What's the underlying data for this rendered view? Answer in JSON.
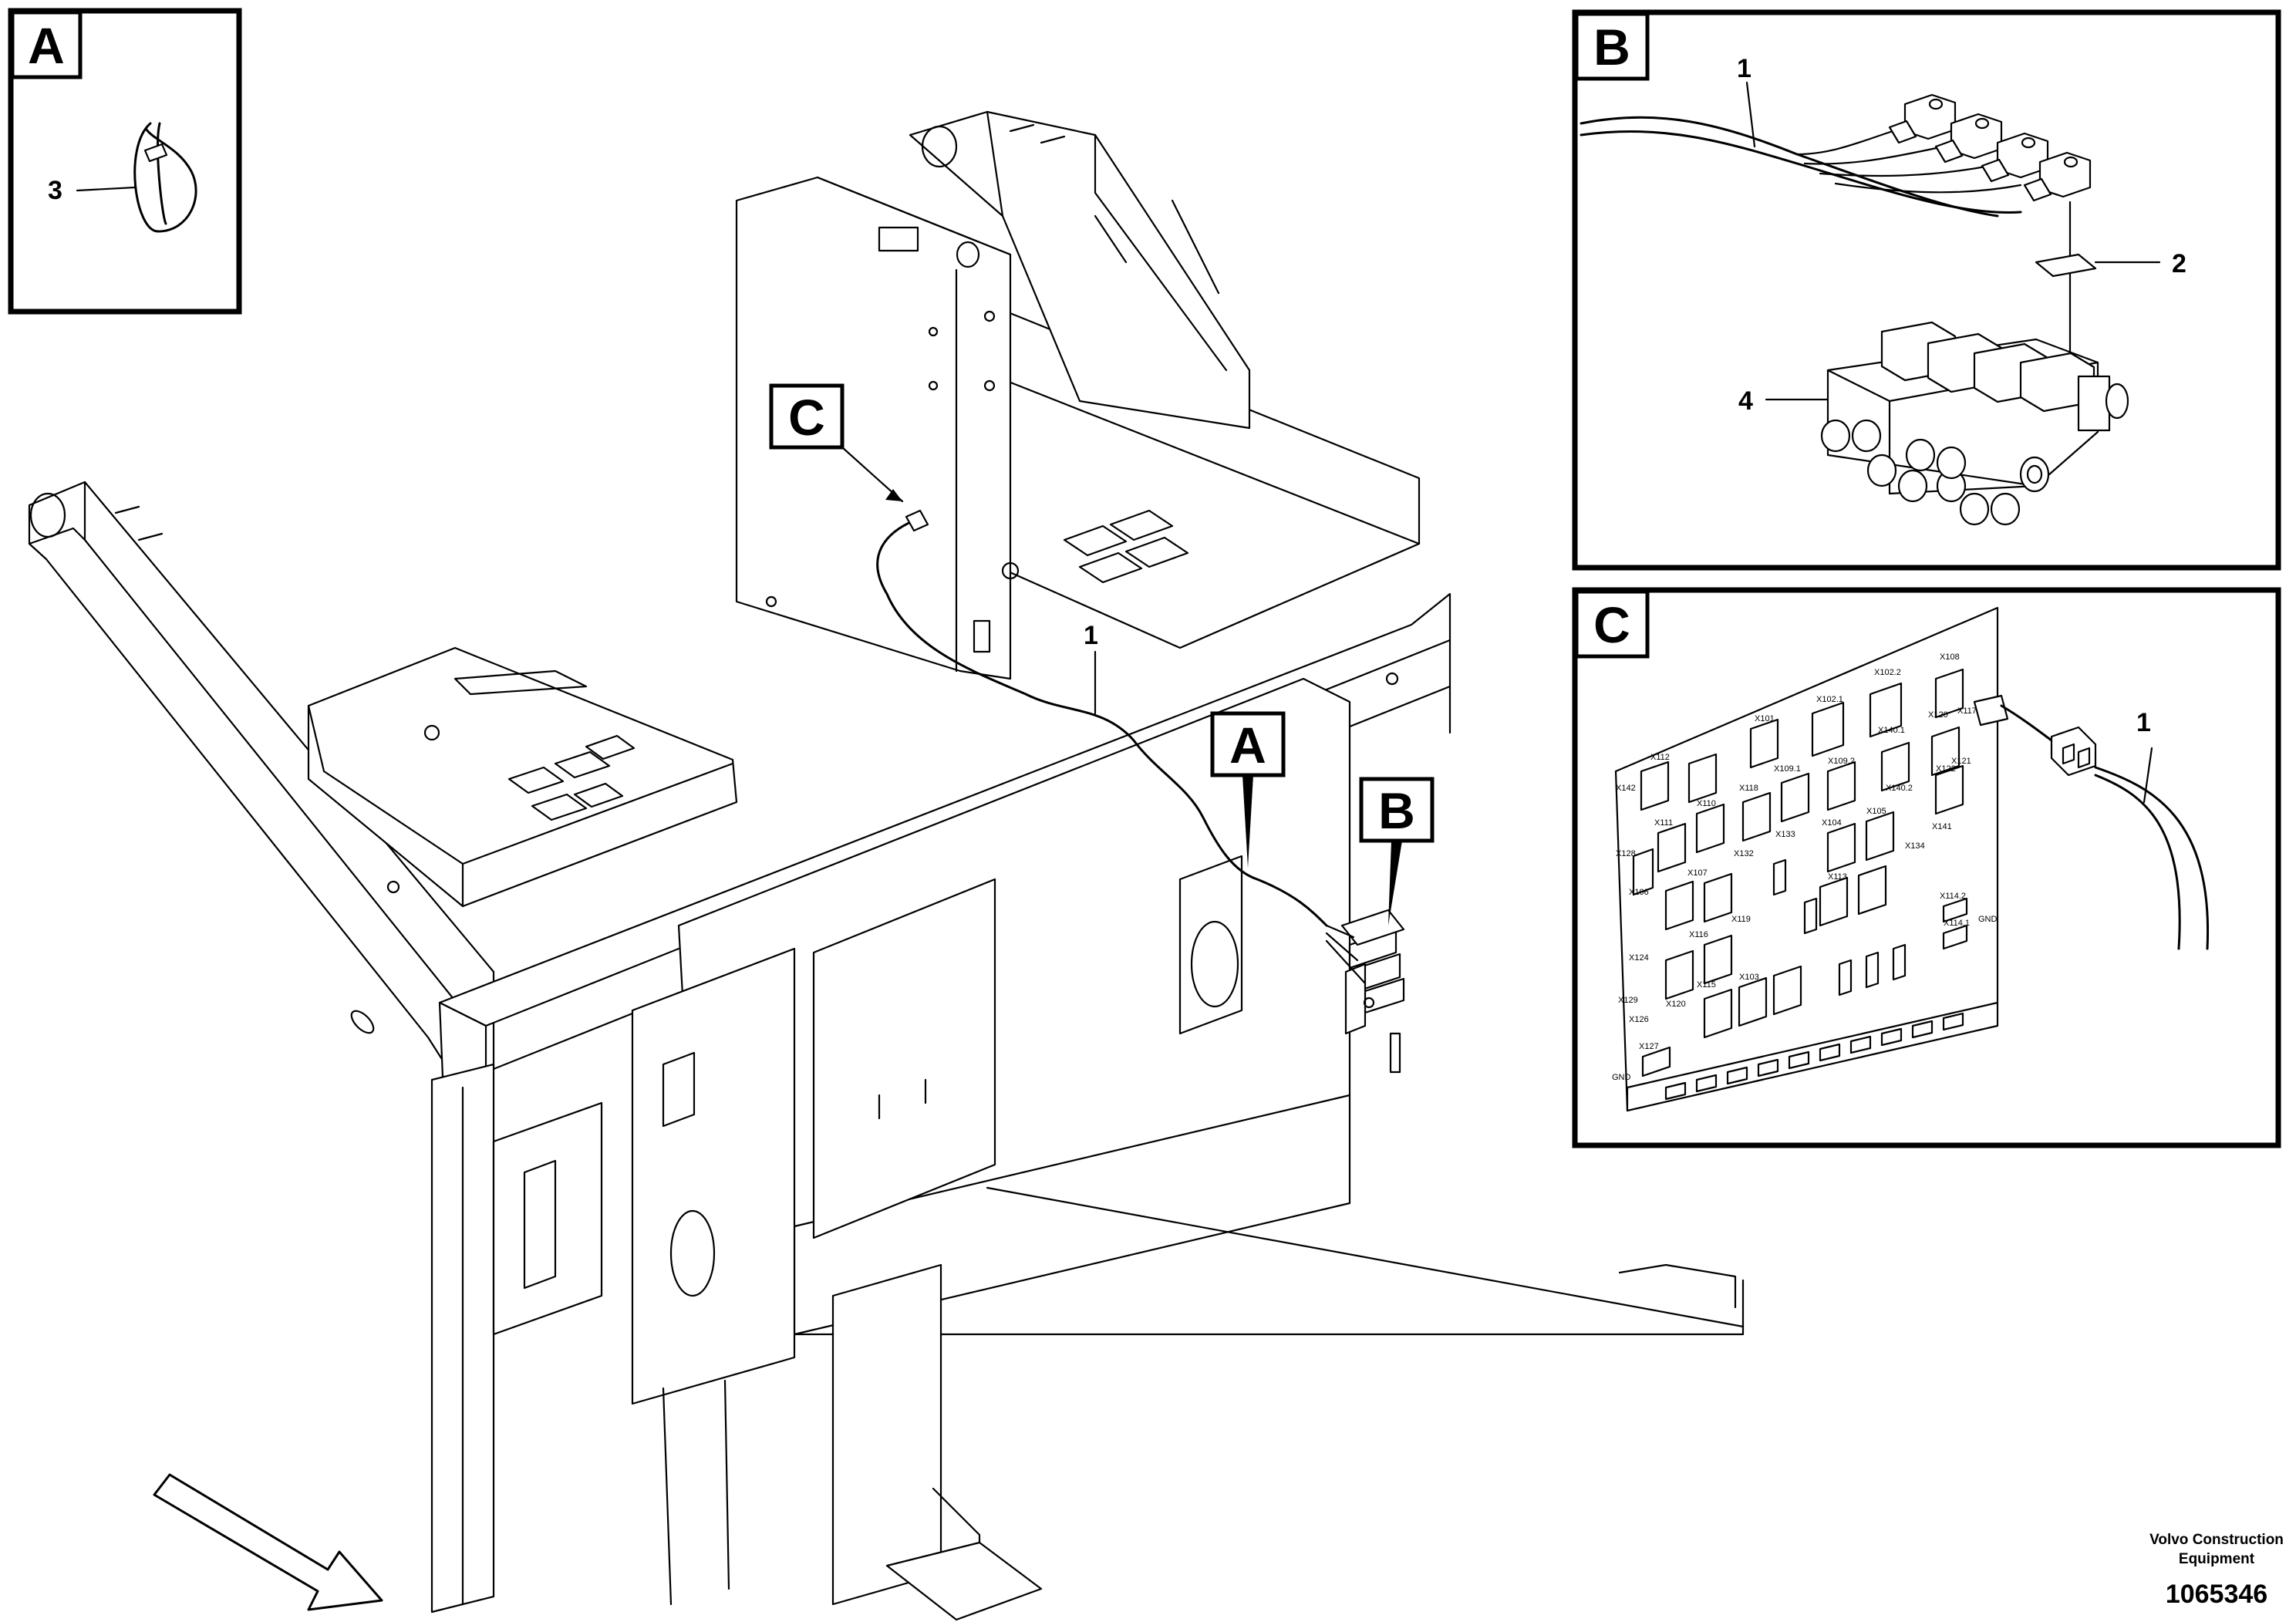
{
  "panels": {
    "a": {
      "tag": "A",
      "callout": "3"
    },
    "b": {
      "tag": "B",
      "callouts": [
        "1",
        "2",
        "4"
      ]
    },
    "c": {
      "tag": "C",
      "callout": "1",
      "connectors": [
        "X112",
        "X142",
        "X111",
        "X110",
        "X118",
        "X101",
        "X109.1",
        "X102.1",
        "X102.2",
        "X109.2",
        "X108",
        "X120",
        "X117",
        "X140.1",
        "X140.2",
        "X105",
        "X104",
        "X133",
        "X132",
        "X128",
        "X106",
        "X107",
        "X119",
        "X113",
        "X134",
        "X141",
        "X122",
        "X121",
        "X114.2",
        "X114.1",
        "X116",
        "X115",
        "X124",
        "X120",
        "X103",
        "X129",
        "X126",
        "X127",
        "GND",
        "GND"
      ]
    }
  },
  "main": {
    "callout": "1",
    "detail_tags": [
      "A",
      "B",
      "C"
    ]
  },
  "footer": {
    "brand_line1": "Volvo Construction",
    "brand_line2": "Equipment",
    "doc_number": "1065346"
  }
}
